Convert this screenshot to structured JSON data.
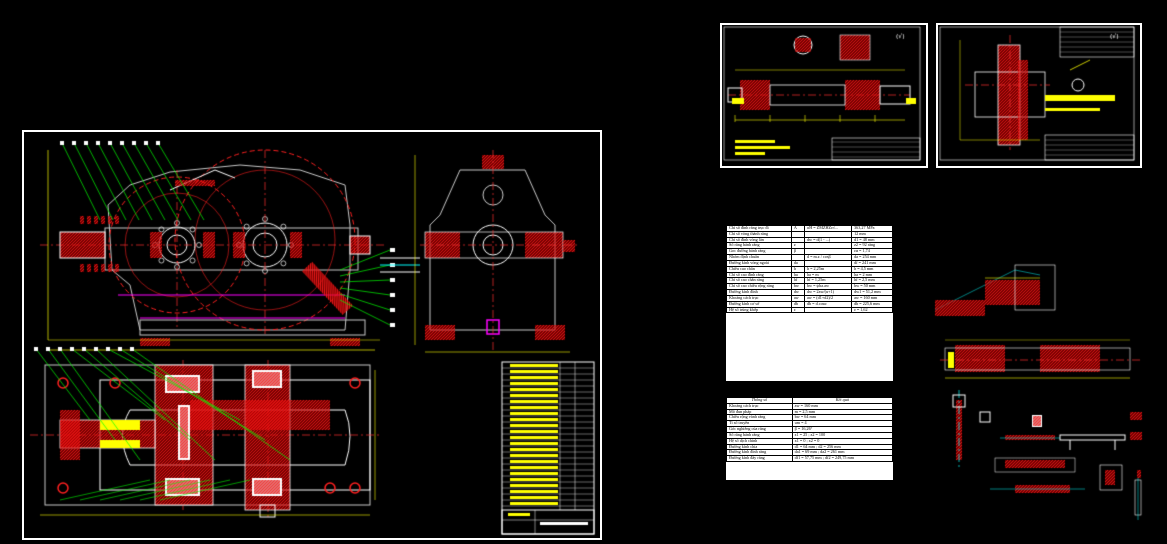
{
  "colors": {
    "background": "#000000",
    "frame": "#ffffff",
    "part_hatch": "#ff2020",
    "leader": "#00ff00",
    "dimension": "#ffff00",
    "center_line": "#ff3030",
    "gear_circle": "#ff2020",
    "housing": "#c8c8c8",
    "oil_line": "#ff00ff",
    "annotation": "#00ffff"
  },
  "sheets": {
    "main_assembly": {
      "title_block_rows": 24
    },
    "shaft_drawing": {
      "title_label": "(√)"
    },
    "gear_drawing": {
      "title_label": "(√)"
    }
  },
  "calc_table_1": {
    "rows": [
      [
        "Chỉ số đỉnh răng trục đi",
        "A",
        "σH = ZMZHZε√...",
        "363,27 MPa"
      ],
      [
        "Chỉ số vòng thành răng",
        "",
        "",
        "12 mm"
      ],
      [
        "Chỉ số đỉnh vòng lăn",
        "",
        "dw = d(1 - ...)",
        "d1 = 48 mm"
      ],
      [
        "Số răng bánh răng",
        "z",
        "",
        "z2 = 92 răng"
      ],
      [
        "Goc đường bánh răng",
        "β",
        "",
        "εα = 1,74"
      ],
      [
        "Nhóm định chuẩn",
        "",
        "d = m.z / cosβ",
        "da = 254 mm"
      ],
      [
        "Đường kính vòng ngoài",
        "da",
        "",
        "df = 241 mm"
      ],
      [
        "Chiều cao chân",
        "h",
        "h = 2,25m",
        "h = 4,5 mm"
      ],
      [
        "Chỉ số cao đỉnh răng",
        "ha",
        "ha = m",
        "ha = 2 mm"
      ],
      [
        "Chỉ số cao chân răng",
        "hf",
        "hf = 1,25m",
        "hf = 2,5 mm"
      ],
      [
        "Chỉ số cao chiều rộng răng",
        "bw",
        "bw = ψba.aw",
        "bw = 50 mm"
      ],
      [
        "Đường kính đỉnh",
        "dw",
        "dw = 2aw/(u+1)",
        "dw1 = 51,2 mm"
      ],
      [
        "Khoảng cách trục",
        "aw",
        "aw = (d1+d2)/2",
        "aw = 160 mm"
      ],
      [
        "Đường kính cơ sở",
        "db",
        "db = d.cosα",
        "db = 225,6 mm"
      ],
      [
        "Hệ số trùng khớp",
        "ε",
        "",
        "ε = 1,62"
      ]
    ]
  },
  "calc_table_2": {
    "header": [
      "Thông số",
      "Kết quả"
    ],
    "rows": [
      [
        "Khoảng cách trục",
        "aw = 160 mm"
      ],
      [
        "Mô đun pháp",
        "m = 2,5 mm"
      ],
      [
        "Chiều rộng vành răng",
        "bw = 64 mm"
      ],
      [
        "Tỉ số truyền",
        "um = 4"
      ],
      [
        "Góc nghiêng của răng",
        "β = 16,26°"
      ],
      [
        "Số răng bánh răng",
        "z1 = 25 ; z2 = 100"
      ],
      [
        "Hệ số dịch chỉnh",
        "x1 = 0 ; x2 = 0"
      ],
      [
        "Đường kính chia",
        "d1 = 64 mm ; d2 = 256 mm"
      ],
      [
        "Đường kính đỉnh răng",
        "da1 = 69 mm ; da2 = 261 mm"
      ],
      [
        "Đường kính đáy răng",
        "df1 = 57,75 mm ; df2 = 249,75 mm"
      ]
    ]
  }
}
